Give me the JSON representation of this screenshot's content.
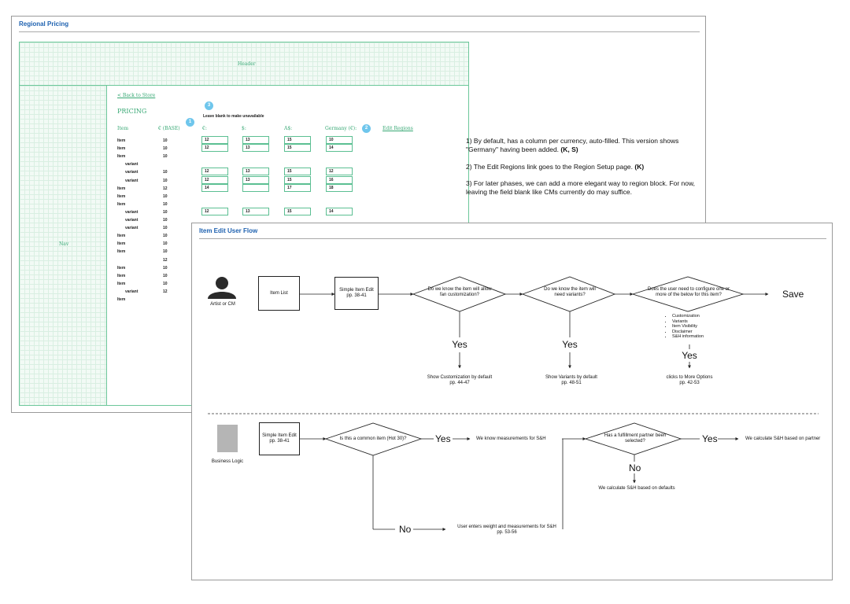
{
  "pricing": {
    "title": "Regional Pricing",
    "header_label": "Header",
    "nav_label": "Nav",
    "back_link": "< Back to Store",
    "heading": "PRICING",
    "blank_hint": "Leave blank to make unavailable",
    "edit_regions": "Edit Regions",
    "badges": [
      "1",
      "2",
      "3"
    ],
    "columns": [
      "Item",
      "€ (BASE)",
      "€:",
      "$:",
      "A$:",
      "Germany (€):"
    ],
    "rows": [
      {
        "label": "Item",
        "base": "10",
        "inputs": [
          "12",
          "13",
          "15",
          "10"
        ]
      },
      {
        "label": "Item",
        "base": "10",
        "inputs": [
          "12",
          "13",
          "15",
          "14"
        ]
      },
      {
        "label": "Item",
        "base": "10",
        "inputs": null
      },
      {
        "label": "variant",
        "base": "",
        "inputs": null
      },
      {
        "label": "variant",
        "base": "10",
        "inputs": [
          "12",
          "13",
          "15",
          "12"
        ]
      },
      {
        "label": "variant",
        "base": "10",
        "inputs": [
          "12",
          "13",
          "15",
          "16"
        ]
      },
      {
        "label": "Item",
        "base": "12",
        "inputs": [
          "14",
          "",
          "17",
          "18"
        ]
      },
      {
        "label": "Item",
        "base": "10",
        "inputs": null
      },
      {
        "label": "Item",
        "base": "10",
        "inputs": null
      },
      {
        "label": "variant",
        "base": "10",
        "inputs": [
          "12",
          "13",
          "15",
          "14"
        ]
      },
      {
        "label": "variant",
        "base": "10",
        "inputs": null
      },
      {
        "label": "variant",
        "base": "10",
        "inputs": null
      },
      {
        "label": "Item",
        "base": "10",
        "inputs": null
      },
      {
        "label": "Item",
        "base": "10",
        "inputs": null
      },
      {
        "label": "Item",
        "base": "10",
        "inputs": null
      },
      {
        "label": "",
        "base": "12",
        "inputs": null
      },
      {
        "label": "Item",
        "base": "10",
        "inputs": null
      },
      {
        "label": "Item",
        "base": "10",
        "inputs": null
      },
      {
        "label": "Item",
        "base": "10",
        "inputs": null
      },
      {
        "label": "variant",
        "base": "12",
        "inputs": null
      },
      {
        "label": "Item",
        "base": "",
        "inputs": null
      }
    ],
    "notes": {
      "n1": "1) By default, has a column per currency, auto-filled. This version shows \"Germany\" having been added.",
      "n1_bold": "(K, S)",
      "n2": "2) The Edit Regions link goes to the Region Setup page.",
      "n2_bold": "(K)",
      "n3": "3) For later phases, we can add a more elegant way to region block. For now, leaving the field blank like CMs currently do may suffice."
    }
  },
  "flow": {
    "title": "Item Edit User Flow",
    "actor1": "Artist or CM",
    "actor2": "Business Logic",
    "item_list": "Item List",
    "simple_edit": "Simple Item Edit",
    "simple_edit_pages": "pp. 38-41",
    "q1": "Do we know the item will allow fan customization?",
    "q2": "Do we know the item will need variants?",
    "q3": "Does the user need to configure one or more of the below for this item?",
    "save": "Save",
    "options": [
      "Customization",
      "Variants",
      "Item Visibility",
      "Disclaimer",
      "S&H information"
    ],
    "yes": "Yes",
    "no": "No",
    "r1": "Show Customization by default",
    "r1_pages": "pp. 44-47",
    "r2": "Show Variants by default",
    "r2_pages": "pp. 48-51",
    "r3": "clicks to More Options",
    "r3_pages": "pp. 42-53",
    "q4": "Is this a common item (Hot 30)?",
    "measurements": "We know measurements for S&H",
    "q5": "Has a fulfillment partner been selected?",
    "partner": "We calculate S&H based on partner",
    "defaults": "We calculate S&H based on defaults",
    "user_enters": "User enters weight and measurements for S&H",
    "user_enters_pages": "pp. 53-56"
  },
  "colors": {
    "accent_blue": "#1f62b0",
    "sketch_green": "#37a874",
    "badge_blue": "#6fc6ec"
  }
}
